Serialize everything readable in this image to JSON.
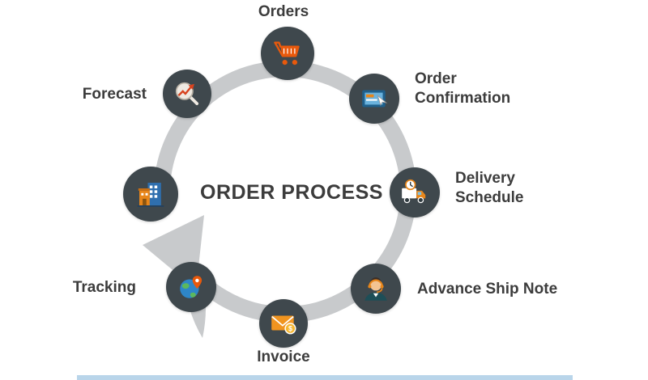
{
  "center": {
    "title": "ORDER PROCESS",
    "icon": "warehouse-building-icon"
  },
  "steps": [
    {
      "label": "Orders",
      "icon": "shopping-cart-icon"
    },
    {
      "label": "Order Confirmation",
      "icon": "tablet-touch-icon"
    },
    {
      "label": "Delivery Schedule",
      "icon": "truck-clock-icon"
    },
    {
      "label": "Advance Ship Note",
      "icon": "support-agent-headset-icon"
    },
    {
      "label": "Invoice",
      "icon": "envelope-dollar-icon"
    },
    {
      "label": "Tracking",
      "icon": "globe-location-pin-icon"
    },
    {
      "label": "Forecast",
      "icon": "magnifier-trend-arrow-icon"
    }
  ],
  "colors": {
    "background": "#ffffff",
    "ring": "#c8cacc",
    "node": "#3f484d",
    "accent": "#e8861a",
    "text": "#3c3c3c",
    "strip": "#b9d5ea"
  }
}
